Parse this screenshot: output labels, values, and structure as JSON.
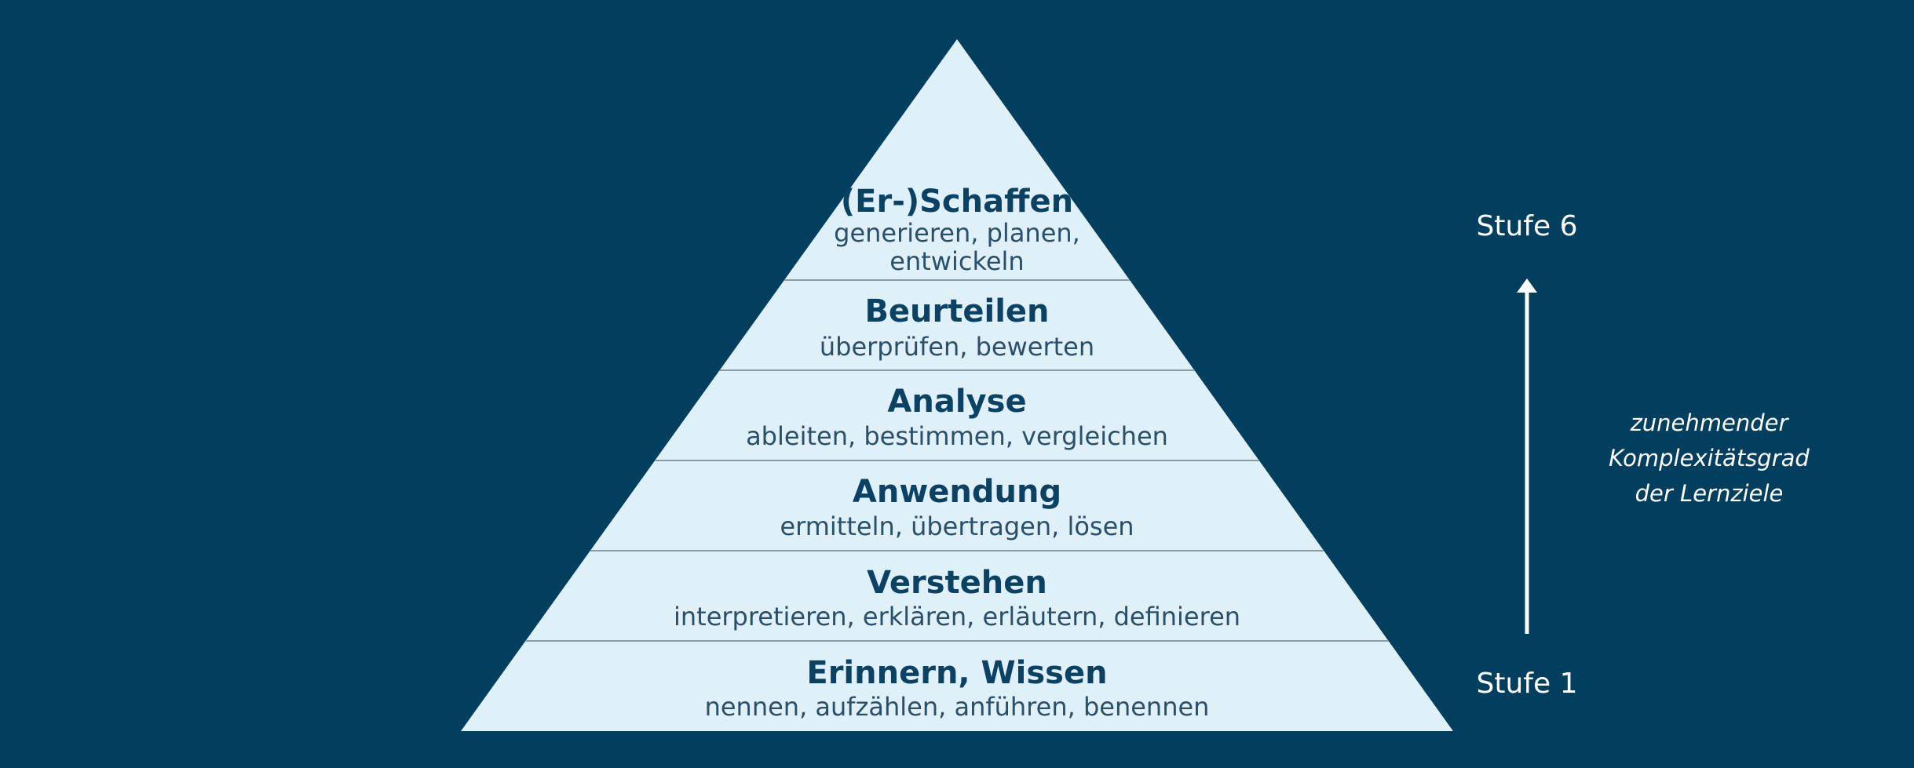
{
  "colors": {
    "background": "#023f5f",
    "pyramid_fill": "#dff0f9",
    "divider": "#8a9aa6",
    "title_text": "#0b4263",
    "verb_text": "#2a4f68",
    "arrow": "#ffffff"
  },
  "levels": [
    {
      "title": "(Er-)Schaffen",
      "verbs": [
        "generieren, planen,",
        "entwickeln"
      ]
    },
    {
      "title": "Beurteilen",
      "verbs": [
        "überprüfen, bewerten"
      ]
    },
    {
      "title": "Analyse",
      "verbs": [
        "ableiten, bestimmen, vergleichen"
      ]
    },
    {
      "title": "Anwendung",
      "verbs": [
        "ermitteln, übertragen, lösen"
      ]
    },
    {
      "title": "Verstehen",
      "verbs": [
        "interpretieren, erklären, erläutern, definieren"
      ]
    },
    {
      "title": "Erinnern, Wissen",
      "verbs": [
        "nennen, aufzählen, anführen, benennen"
      ]
    }
  ],
  "scale": {
    "top_label": "Stufe 6",
    "bottom_label": "Stufe 1",
    "note_lines": [
      "zunehmender",
      "Komplexitätsgrad",
      "der Lernziele"
    ],
    "arrow_icon": "arrow-up-icon"
  }
}
